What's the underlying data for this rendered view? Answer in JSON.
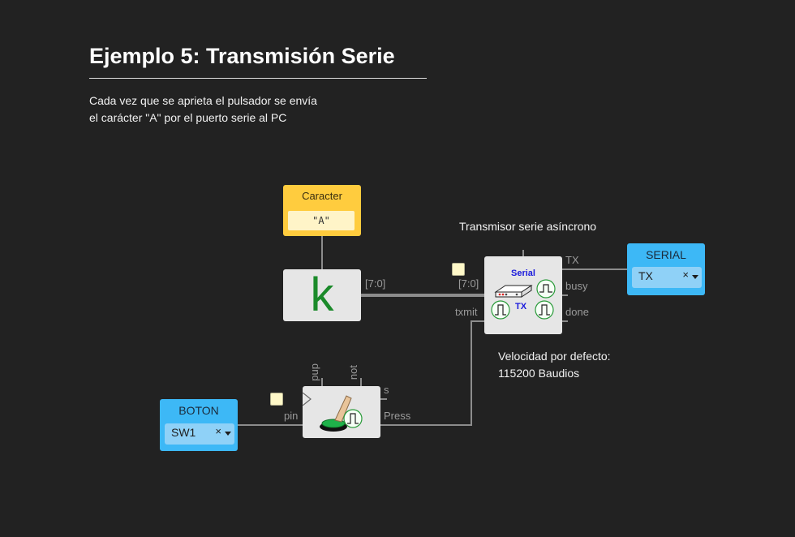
{
  "header": {
    "title": "Ejemplo 5: Transmisión Serie",
    "description_line1": "Cada vez que se aprieta el pulsador se envía",
    "description_line2": "el carácter \"A\" por el puerto serie al PC"
  },
  "annotations": {
    "transmitter": "Transmisor serie asíncrono",
    "speed_line1": "Velocidad por defecto:",
    "speed_line2": "115200 Baudios"
  },
  "constant_block": {
    "title": "Caracter",
    "value": "\"A\""
  },
  "k_block": {
    "glyph": "k",
    "output_label": "[7:0]"
  },
  "serial_block": {
    "title": "Serial",
    "subtitle": "TX",
    "inputs": [
      "[7:0]",
      "txmit"
    ],
    "outputs": [
      "TX",
      "busy",
      "done"
    ]
  },
  "serial_io": {
    "title": "SERIAL",
    "value": "TX",
    "clear": "×"
  },
  "button_io": {
    "title": "BOTON",
    "value": "SW1",
    "clear": "×"
  },
  "button_block": {
    "input_label": "pin",
    "top_labels": [
      "pup",
      "not"
    ],
    "outputs": [
      "s",
      "Press"
    ]
  },
  "icons": [
    "clock-input-icon",
    "pushbutton-icon",
    "pulse-icon",
    "serial-device-icon"
  ],
  "colors": {
    "background": "#222222",
    "io_block": "#3db8f6",
    "constant_block": "#ffcc3e",
    "module": "#e6e6e6",
    "wire": "#8c8c8c",
    "k_glyph": "#1b8a2a",
    "serial_text": "#1a1adc"
  }
}
